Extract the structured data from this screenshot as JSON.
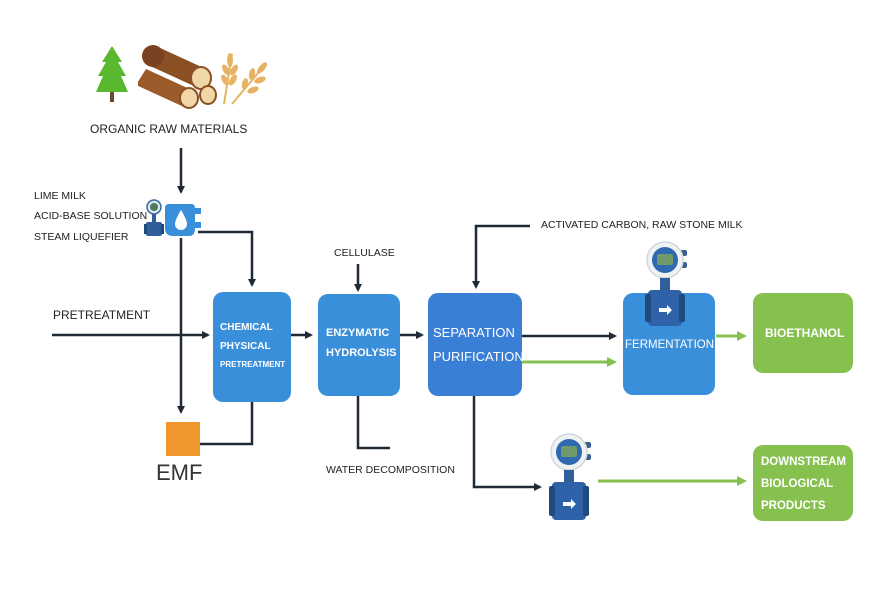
{
  "title": "Bioethanol production process flow",
  "icons": {
    "tree": "tree-icon",
    "logs": "wood-logs-icon",
    "wheat": "wheat-icon",
    "flowmeter": "flowmeter-icon"
  },
  "labels": {
    "raw_materials": "ORGANIC RAW MATERIALS",
    "additives": [
      "LIME MILK",
      "ACID-BASE SOLUTION",
      "STEAM LIQUEFIER"
    ],
    "pretreatment": "PRETREATMENT",
    "cellulase": "CELLULASE",
    "activated_carbon": "ACTIVATED CARBON, RAW STONE MILK",
    "water_decomposition": "WATER DECOMPOSITION",
    "emf": "EMF"
  },
  "boxes": {
    "chemical": [
      "CHEMICAL",
      "PHYSICAL",
      "PRETREATMENT"
    ],
    "enzymatic": [
      "ENZYMATIC",
      "HYDROLYSIS"
    ],
    "separation": [
      "SEPARATION",
      "PURIFICATION"
    ],
    "fermentation": "FERMENTATION",
    "bioethanol": "BIOETHANOL",
    "downstream": [
      "DOWNSTREAM",
      "BIOLOGICAL",
      "PRODUCTS"
    ]
  },
  "colors": {
    "process_blue": "#3a8fdb",
    "product_green": "#86c04f",
    "emf_orange": "#f0962e",
    "line_dark": "#1f2a36",
    "line_green": "#86c04f"
  }
}
